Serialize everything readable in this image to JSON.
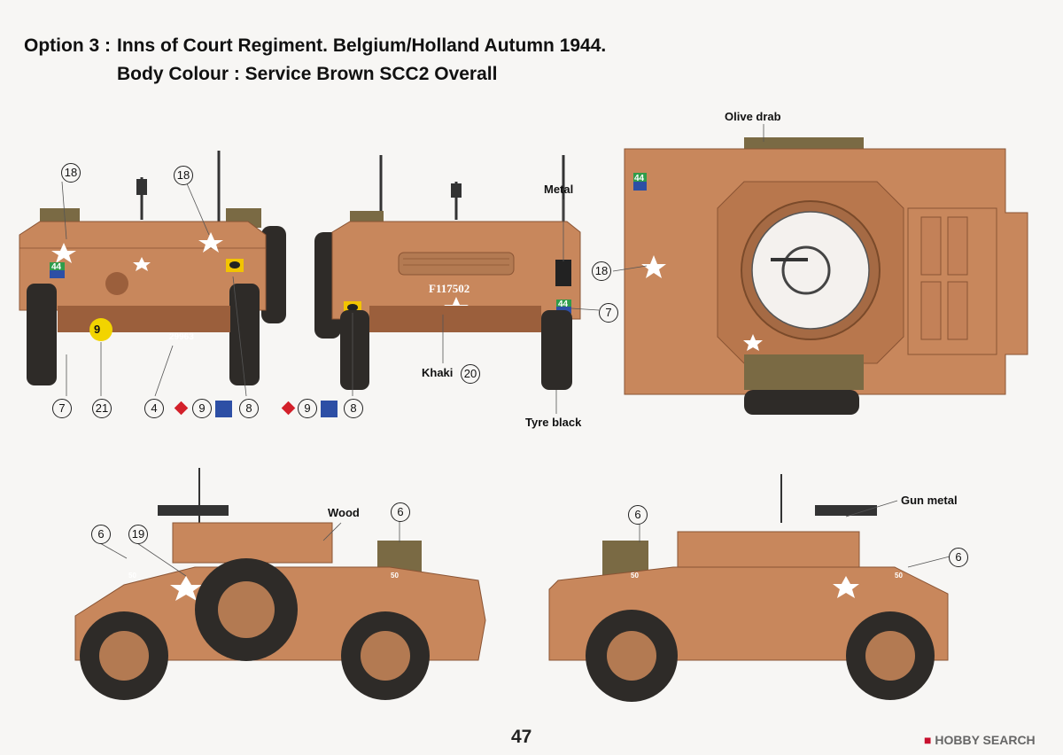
{
  "title": {
    "line1_prefix": "Option 3 :",
    "line1": "Inns of Court Regiment. Belgium/Holland Autumn 1944.",
    "line2": "Body Colour : Service Brown SCC2 Overall"
  },
  "colors": {
    "body": "#c8875c",
    "body_dark": "#9b5f3c",
    "olive": "#7a6a44",
    "tyre": "#2e2b28",
    "hub": "#b37a52"
  },
  "labels": {
    "olive_drab": "Olive drab",
    "metal": "Metal",
    "khaki": "Khaki",
    "tyre_black": "Tyre black",
    "wood": "Wood",
    "gun_metal": "Gun metal"
  },
  "decals": {
    "serial_front": "29963",
    "serial_rear": "F117502",
    "bridge": "44",
    "yellow_disc": "9",
    "bridge_plate": "50"
  },
  "callouts": {
    "c18": "18",
    "c7": "7",
    "c21": "21",
    "c4": "4",
    "c9": "9",
    "c8": "8",
    "c20": "20",
    "c6": "6",
    "c19": "19"
  },
  "page_number": "47",
  "watermark": "HOBBY SEARCH"
}
